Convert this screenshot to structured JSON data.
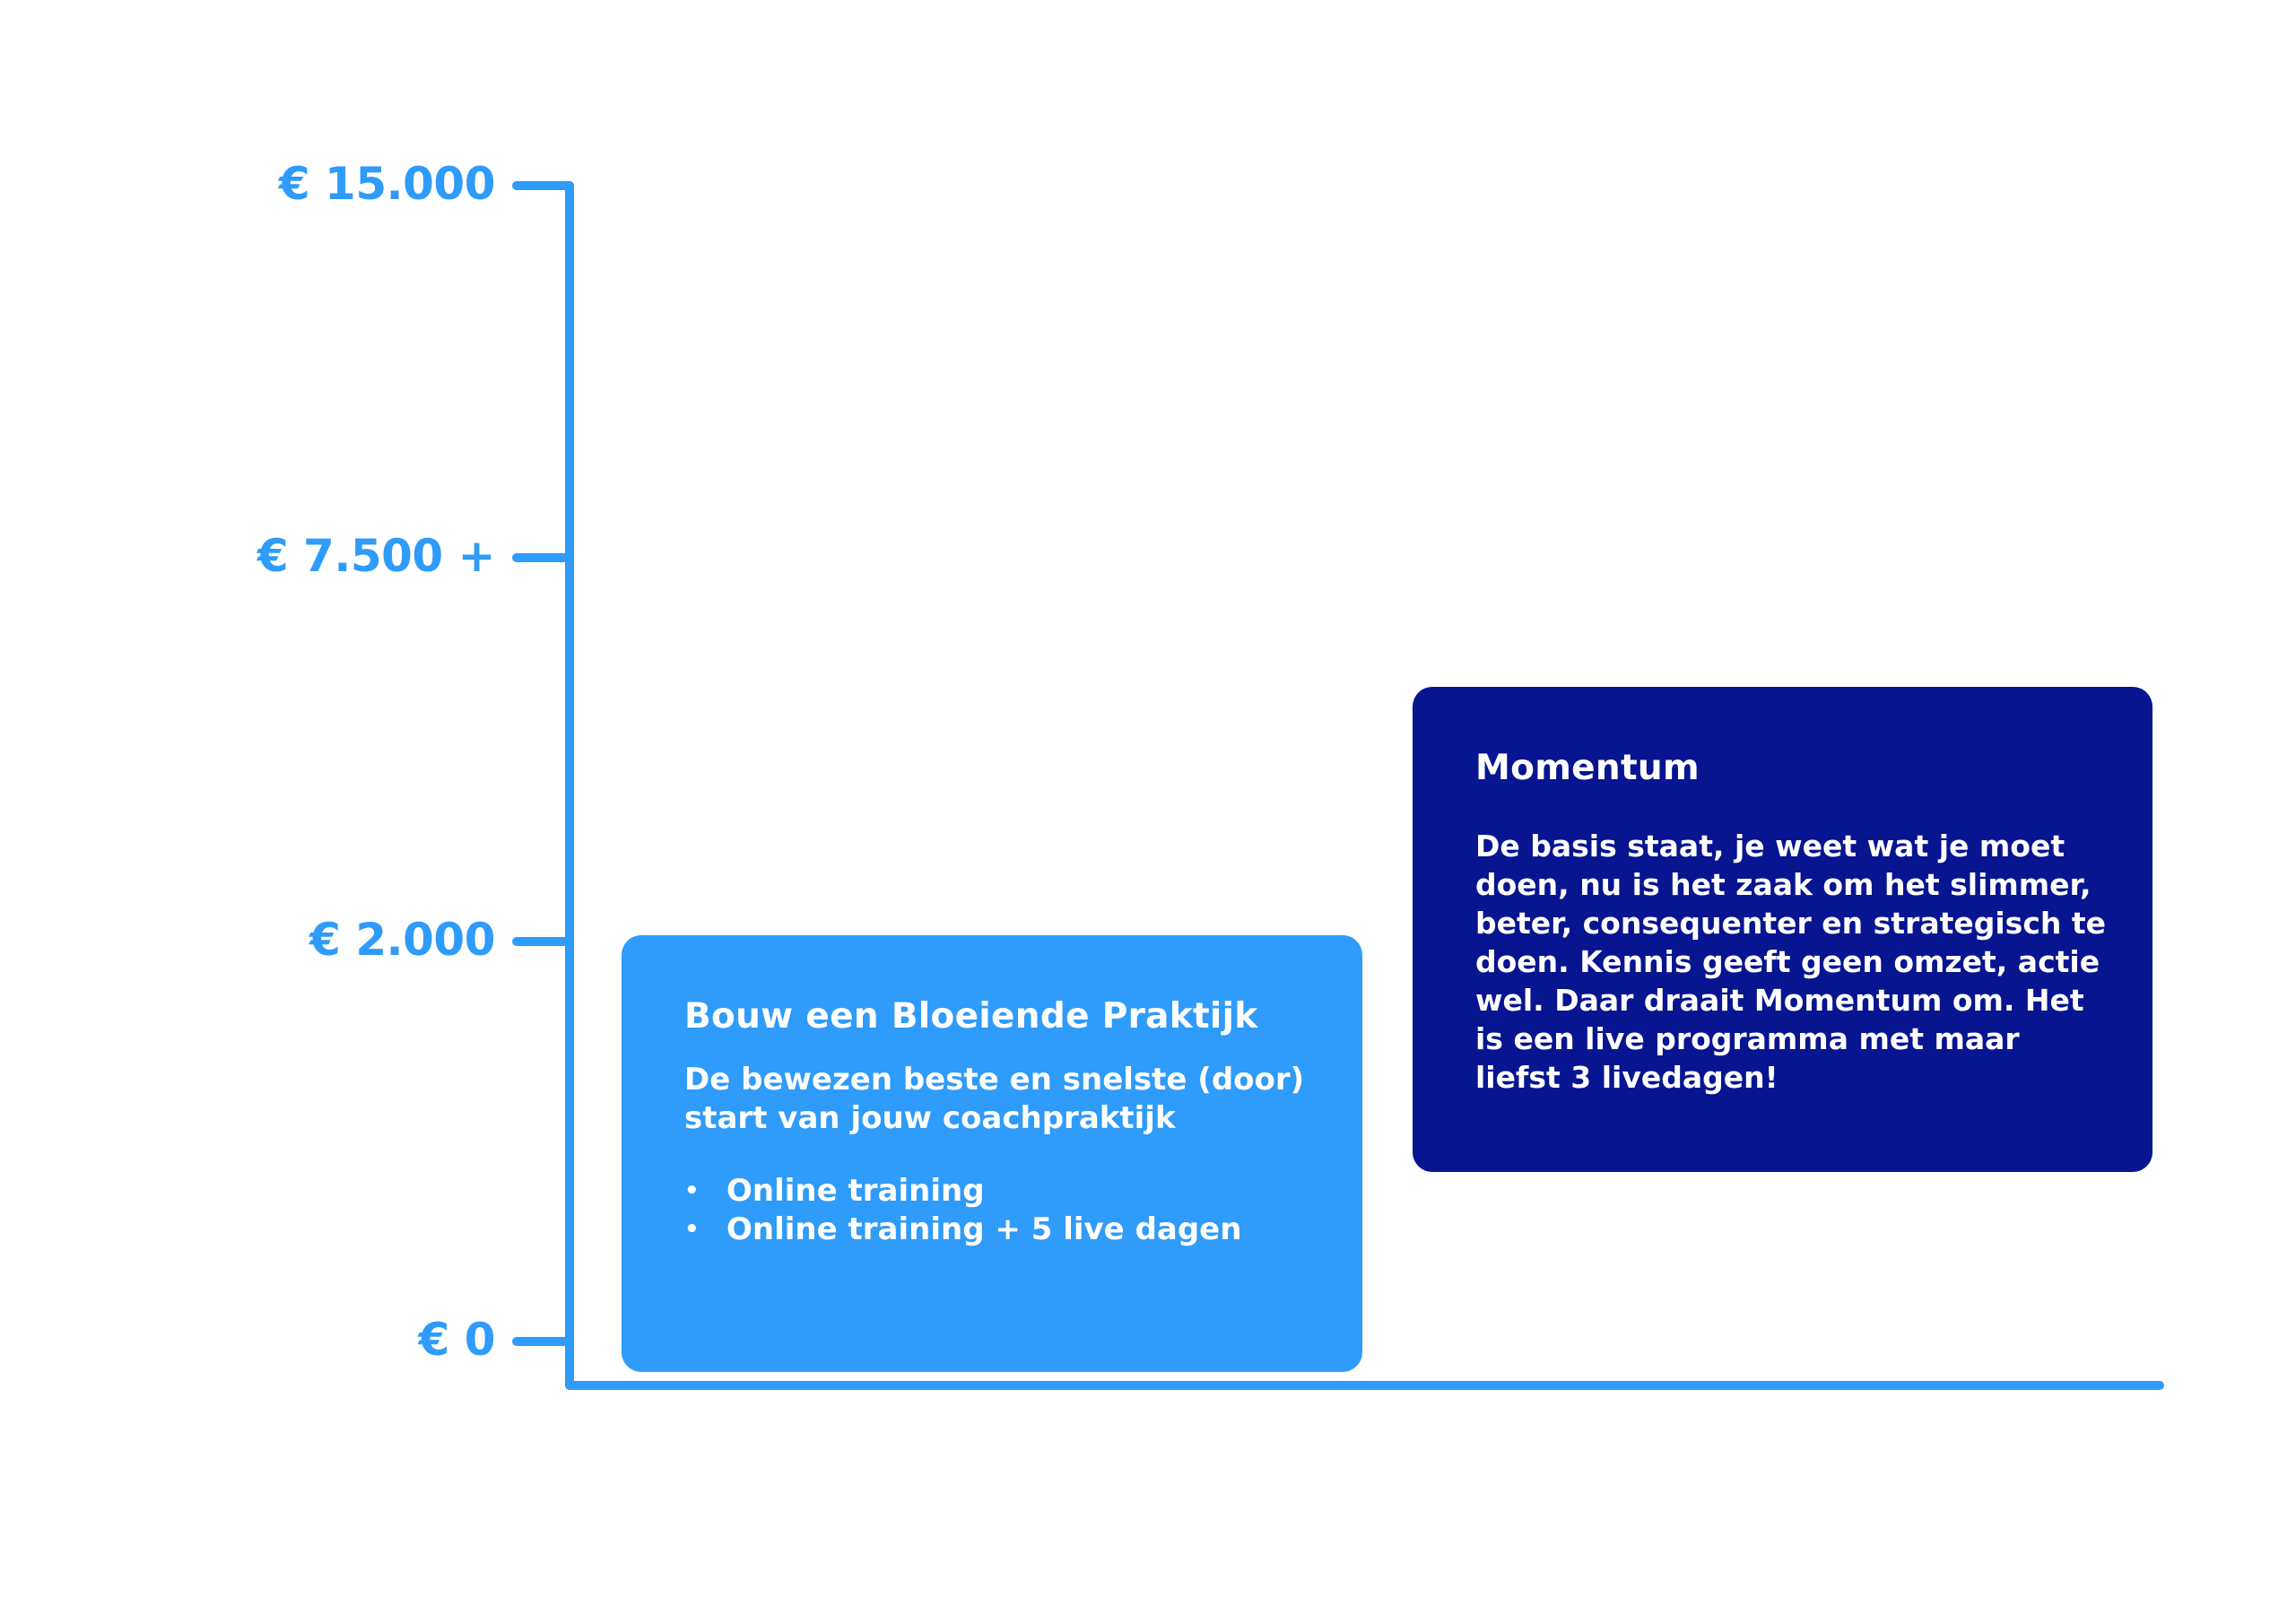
{
  "chart_data": {
    "type": "bar",
    "axis": {
      "ticks": [
        "€ 15.000",
        "€ 7.500 +",
        "€ 2.000",
        "€ 0"
      ]
    },
    "categories": [
      "Bouw een Bloeiende Praktijk",
      "Momentum"
    ],
    "series": [
      {
        "values": [
          2000,
          5400
        ]
      }
    ],
    "colors": {
      "axis": "#2f9bfa",
      "bouw": "#2f9bfa",
      "momentum": "#071590"
    }
  },
  "cards": {
    "bouw": {
      "title": "Bouw een Bloeiende Praktijk",
      "body": "De bewezen beste en snelste (door) start van jouw coachpraktijk",
      "bullets": [
        "Online training",
        "Online training + 5 live dagen"
      ]
    },
    "momentum": {
      "title": "Momentum",
      "body": "De basis staat, je weet wat je moet doen, nu is het zaak om het slimmer, beter, consequenter en strategisch te doen. Kennis geeft geen omzet, actie wel. Daar draait Momentum om. Het is een live programma met maar liefst 3 livedagen!"
    }
  }
}
